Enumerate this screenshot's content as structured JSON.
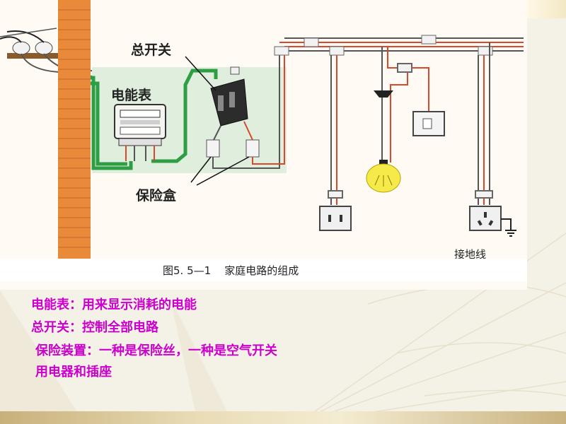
{
  "diagram": {
    "callouts": {
      "main_switch": "总开关",
      "meter": "电能表",
      "fuse_box": "保险盒",
      "ground_wire": "接地线"
    },
    "caption": "图5. 5—1    家庭电路的组成"
  },
  "notes": [
    "电能表：用来显示消耗的电能",
    "总开关：控制全部电路",
    "保险装置：一种是保险丝，一种是空气开关",
    "用电器和插座"
  ],
  "colors": {
    "note_text": "#cc00cc",
    "wire_live": "#d9482b",
    "wire_neutral": "#555555",
    "wire_service": "#2e9e44",
    "brick": "#e88a3a",
    "panel_bg": "#dfeedd"
  }
}
